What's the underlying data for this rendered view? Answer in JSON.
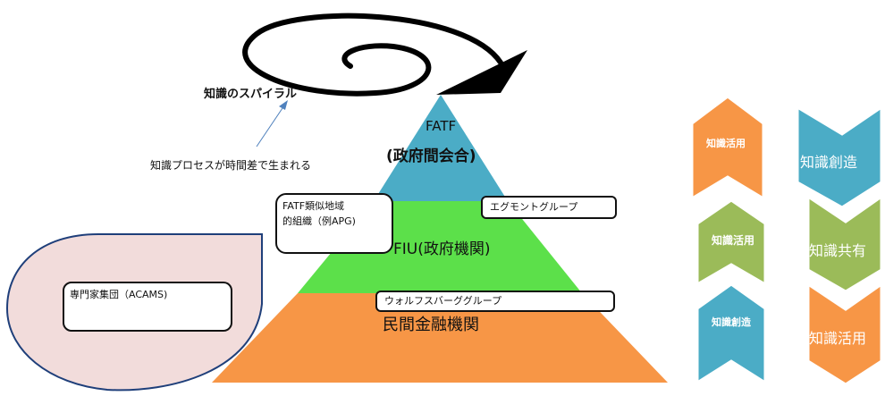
{
  "spiral": {
    "label": "知識のスパイラル",
    "annotation": "知識プロセスが時間差で生まれる"
  },
  "pyramid": {
    "top_line1": "FATF",
    "top_line2": "(政府間会合)",
    "middle": "FIU(政府機関)",
    "bottom": "民間金融機関"
  },
  "callouts": {
    "fatf_regional_line1": "FATF類似地域",
    "fatf_regional_line2": "的組織（例APG)",
    "egmont": "エグモントグループ",
    "wolfsberg": "ウォルフスバーググループ",
    "experts": "専門家集団（ACAMS)"
  },
  "chevrons_left": [
    {
      "label": "知識活用",
      "color": "#f79646"
    },
    {
      "label": "知識活用",
      "color": "#9bbb59"
    },
    {
      "label": "知識創造",
      "color": "#4bacc6"
    }
  ],
  "chevrons_right": [
    {
      "label": "知識創造",
      "color": "#4bacc6"
    },
    {
      "label": "知識共有",
      "color": "#9bbb59"
    },
    {
      "label": "知識活用",
      "color": "#f79646"
    }
  ],
  "colors": {
    "pyramid_top": "#4bacc6",
    "pyramid_middle": "#5ce04a",
    "pyramid_bottom": "#f79646",
    "bubble_fill": "#f2dcdb",
    "bubble_stroke": "#1f3f7a",
    "annotation_arrow": "#4f81bd"
  }
}
